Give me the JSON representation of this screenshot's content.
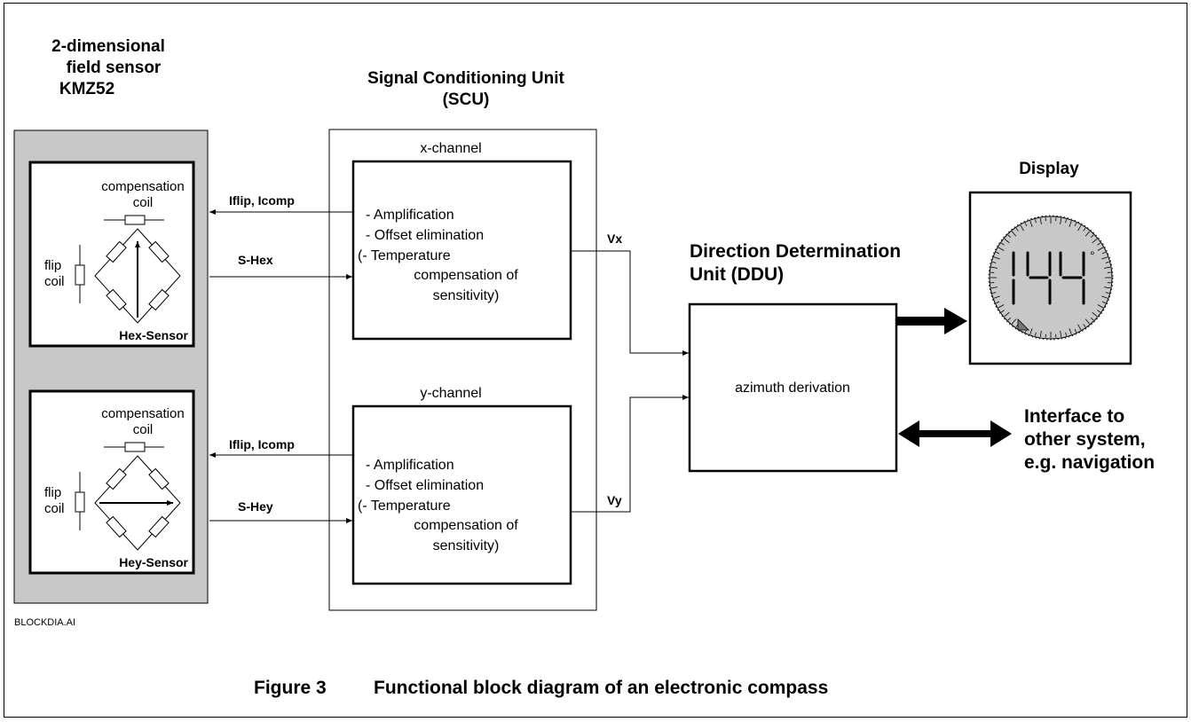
{
  "sensor": {
    "title_line1": "2-dimensional",
    "title_line2": "field sensor",
    "title_line3": "KMZ52",
    "hex": {
      "label": "Hex-Sensor",
      "comp_line1": "compensation",
      "comp_line2": "coil",
      "flip_line1": "flip",
      "flip_line2": "coil"
    },
    "hey": {
      "label": "Hey-Sensor",
      "comp_line1": "compensation",
      "comp_line2": "coil",
      "flip_line1": "flip",
      "flip_line2": "coil"
    }
  },
  "scu": {
    "title_line1": "Signal Conditioning Unit",
    "title_line2": "(SCU)",
    "x_channel": {
      "label": "x-channel",
      "lines": [
        "- Amplification",
        "- Offset elimination",
        "(- Temperature",
        "compensation of",
        "sensitivity)"
      ]
    },
    "y_channel": {
      "label": "y-channel",
      "lines": [
        "- Amplification",
        "- Offset elimination",
        "(- Temperature",
        "compensation of",
        "sensitivity)"
      ]
    }
  },
  "signals": {
    "iflip_x": "Iflip, Icomp",
    "shex": "S-Hex",
    "iflip_y": "Iflip, Icomp",
    "shey": "S-Hey",
    "vx": "Vx",
    "vy": "Vy"
  },
  "ddu": {
    "title_line1": "Direction Determination",
    "title_line2": "Unit (DDU)",
    "box_text": "azimuth derivation"
  },
  "display": {
    "title": "Display",
    "reading": "144",
    "degree": "°"
  },
  "interface": {
    "line1": "Interface to",
    "line2": "other system,",
    "line3": "e.g. navigation"
  },
  "file_label": "BLOCKDIA.AI",
  "figure": {
    "number": "Figure 3",
    "caption": "Functional block diagram of an electronic compass"
  }
}
